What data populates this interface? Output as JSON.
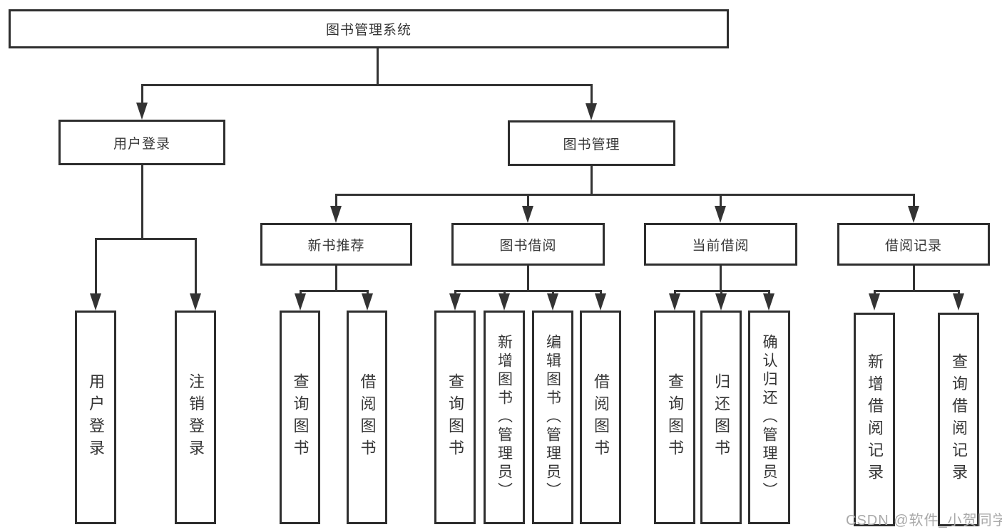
{
  "diagram_title": "图书管理系统",
  "nodes": {
    "root": "图书管理系统",
    "user_login": "用户登录",
    "book_mgmt": "图书管理",
    "user_login_sub": [
      "用户登录",
      "注销登录"
    ],
    "new_book_rec": "新书推荐",
    "book_borrow": "图书借阅",
    "current_borrow": "当前借阅",
    "borrow_record": "借阅记录",
    "new_book_rec_sub": [
      "查询图书",
      "借阅图书"
    ],
    "book_borrow_sub": [
      "查询图书",
      "新增图书（管理员）",
      "编辑图书（管理员）",
      "借阅图书"
    ],
    "current_borrow_sub": [
      "查询图书",
      "归还图书",
      "确认归还（管理员）"
    ],
    "borrow_record_sub": [
      "新增借阅记录",
      "查询借阅记录"
    ]
  },
  "watermark": "CSDN @软件_小贺同学",
  "colors": {
    "line": "#333333",
    "border": "#2e2e2e",
    "text": "#363636",
    "watermark": "#a9a9a9",
    "background": "#ffffff"
  }
}
